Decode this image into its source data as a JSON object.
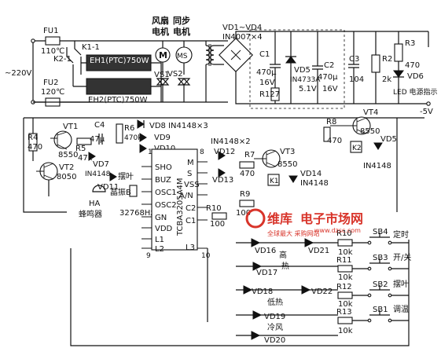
{
  "labels": {
    "fu1": "FU1",
    "fu1_temp": "110℃",
    "k1_1": "K1-1",
    "k2_1": "K2-1",
    "fu2": "FU2",
    "fu2_temp": "120℃",
    "supply": "~220V",
    "eh1": "EH1(PTC)750W",
    "eh2": "EH2(PTC)750W",
    "vs1": "VS1",
    "vs2": "VS2",
    "fan_motor_top": "风扇",
    "fan_motor_bot": "电机",
    "fan_m": "M",
    "sync_motor_top": "同步",
    "sync_motor_bot": "电机",
    "sync_ms": "MS",
    "vd1_4": "VD1~VD4",
    "in4007": "IN4007×4",
    "c1": "C1",
    "c1_val": "470μ",
    "c1_v": "16V",
    "vd5": "VD5",
    "vd5_part": "IN4733A",
    "vd5_v": "5.1V",
    "c2": "C2",
    "c2_val": "470μ",
    "c2_v": "16V",
    "c3": "C3",
    "c3_val": "104",
    "r2": "R2",
    "r2_val": "2k",
    "r3": "R3",
    "r3_val": "470",
    "vd6": "VD6",
    "led_text": "LED 电源指示",
    "r127": "R127",
    "minus5v": "-5V",
    "vt1": "VT1",
    "vt1_val": "8550",
    "r4": "R4",
    "r4_val": "470",
    "r5": "R5",
    "r5_val": "47k",
    "c4": "C4",
    "c4_val": "47μ",
    "r6": "R6",
    "r6_val": "470k",
    "vd8": "VD8 IN4148×3",
    "vd9": "VD9",
    "vd10": "VD10",
    "vd7": "VD7",
    "vd7_part": "IN4148",
    "vd11": "VD11",
    "swing_label": "摆叶",
    "vt2": "VT2",
    "vt2_val": "8050",
    "xtal": "晶振B",
    "ha": "HA",
    "buzzer": "蜂鸣器",
    "freq": "32768Hz",
    "chip_name": "TCBA3205A4M",
    "pin_sho": "SHO",
    "pin_buz": "BUZ",
    "pin_osc1": "OSC1",
    "pin_osc2": "OSC2",
    "pin_gn": "GN",
    "pin_vdd": "VDD",
    "pin_l1": "L1",
    "pin_l2": "L2",
    "pin_m": "M",
    "pin_s": "S",
    "pin_vss": "VSS",
    "pin_a_n": "A/N",
    "pin_c2": "C2",
    "pin_c1": "C1",
    "pin_l3": "L3",
    "pin_1": "1",
    "pin_8": "8",
    "pin_9": "9",
    "pin_10": "10",
    "vd12": "VD12",
    "vd13": "VD13",
    "in4148x2": "IN4148×2",
    "r7": "R7",
    "r7_val": "470",
    "vt3": "VT3",
    "vt3_val": "8550",
    "k1": "K1",
    "vd14": "VD14",
    "vd14_part": "IN4148",
    "r8": "R8",
    "r8_val": "470",
    "vt4": "VT4",
    "vt4_val": "8550",
    "k2": "K2",
    "vd15": "VD5",
    "vd15_part": "IN4148",
    "r9": "R9",
    "r9_val": "100",
    "r10": "R10",
    "r10_val": "100",
    "vd16": "VD16",
    "vd21": "VD21",
    "high": "高",
    "vd17": "VD17",
    "heat": "热",
    "vd18": "VD18",
    "vd22": "VD22",
    "low_heat": "低热",
    "vd19": "VD19",
    "cold_wind": "冷风",
    "vd20": "VD20",
    "r10b": "R10",
    "r10b_val": "10k",
    "sb4": "SB4",
    "sb4_fn": "定时",
    "r11": "R11",
    "r11_val": "10k",
    "sb3": "SB3",
    "sb3_fn": "开/关",
    "r12": "R12",
    "r12_val": "10k",
    "sb2": "SB2",
    "sb2_fn": "摆叶",
    "r13": "R13",
    "r13_val": "10k",
    "sb1": "SB1",
    "sb1_fn": "调温"
  },
  "watermark": {
    "brand": "维库",
    "site_name": "电子市场网",
    "url": "www.dzsc.com",
    "tagline": "全球最大 采购网站",
    "color": "#d8342a"
  },
  "colors": {
    "ink": "#111111",
    "paper": "#ffffff"
  }
}
